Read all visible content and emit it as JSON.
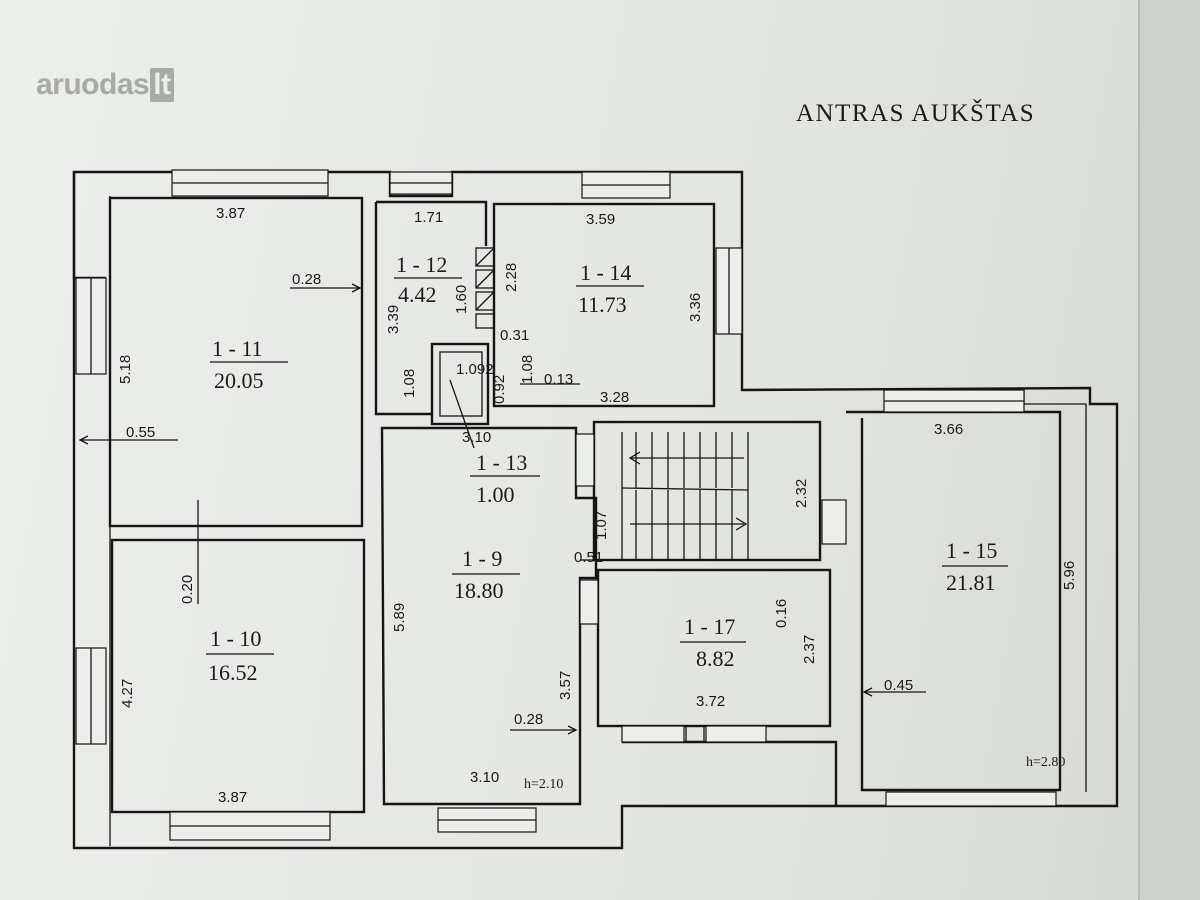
{
  "watermark": {
    "brand": "aruodas",
    "tld": "lt"
  },
  "title": "ANTRAS AUKŠTAS",
  "rooms": {
    "r11": {
      "id": "1 - 11",
      "area": "20.05"
    },
    "r12": {
      "id": "1 - 12",
      "area": "4.42"
    },
    "r14": {
      "id": "1 - 14",
      "area": "11.73"
    },
    "r13": {
      "id": "1 - 13",
      "area": "1.00"
    },
    "r9": {
      "id": "1 - 9",
      "area": "18.80"
    },
    "r10": {
      "id": "1 - 10",
      "area": "16.52"
    },
    "r17": {
      "id": "1 - 17",
      "area": "8.82"
    },
    "r15": {
      "id": "1 - 15",
      "area": "21.81"
    }
  },
  "dims": {
    "d387a": "3.87",
    "d028a": "0.28",
    "d518": "5.18",
    "d055": "0.55",
    "d171": "1.71",
    "d339": "3.39",
    "d160": "1.60",
    "d228": "2.28",
    "d108a": "1.08",
    "d1092": "1.092",
    "d092": "0.92",
    "d031": "0.31",
    "d108b": "1.08",
    "d013": "0.13",
    "d359": "3.59",
    "d336": "3.36",
    "d328": "3.28",
    "d310a": "3.10",
    "d232": "2.32",
    "d107": "1.07",
    "d051": "0.51",
    "d366": "3.66",
    "d020": "0.20",
    "d427": "4.27",
    "d387b": "3.87",
    "d589": "5.89",
    "d357": "3.57",
    "d028b": "0.28",
    "d310b": "3.10",
    "d016": "0.16",
    "d237": "2.37",
    "d372": "3.72",
    "d596": "5.96",
    "d045": "0.45"
  },
  "heights": {
    "h9": "h=2.10",
    "h15": "h=2.80"
  }
}
